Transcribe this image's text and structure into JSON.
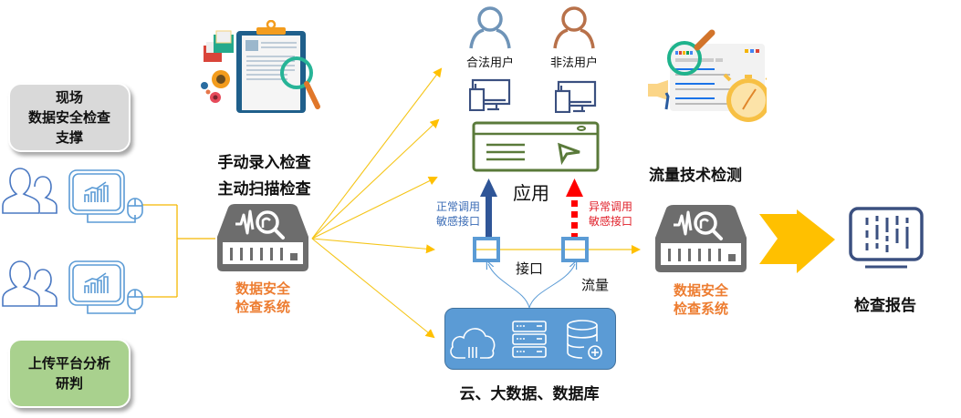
{
  "left_panel": {
    "top_box": {
      "lines": [
        "现场",
        "数据安全检查",
        "支撑"
      ],
      "color": "#d9d9d9"
    },
    "bottom_box": {
      "lines": [
        "上传平台分析",
        "研判"
      ],
      "color": "#a9d18e"
    },
    "users": [
      {
        "icon": "users-icon",
        "terminal": "monitor-chart-icon",
        "device": "mouse-icon"
      },
      {
        "icon": "users-icon",
        "terminal": "monitor-chart-icon",
        "device": "mouse-icon"
      }
    ]
  },
  "manual_check": {
    "line1": "手动录入检查",
    "line2": "主动扫描检查",
    "icon": "clipboard-magnifier-icon"
  },
  "system_left": {
    "line1": "数据安全",
    "line2": "检查系统",
    "icon": "security-appliance-icon"
  },
  "center": {
    "legal_user": "合法用户",
    "illegal_user": "非法用户",
    "app_label": "应用",
    "normal_call": {
      "line1": "正常调用",
      "line2": "敏感接口"
    },
    "abnormal_call": {
      "line1": "异常调用",
      "line2": "敏感接口"
    },
    "interface_label": "接口",
    "traffic_label": "流量",
    "data_sources_label": "云、大数据、数据库",
    "data_source_icons": [
      "cloud-icon",
      "server-icon",
      "database-add-icon"
    ]
  },
  "traffic_detect": {
    "label": "流量技术检测",
    "icon": "web-inspect-stopwatch-icon"
  },
  "system_right": {
    "line1": "数据安全",
    "line2": "检查系统",
    "icon": "security-appliance-icon"
  },
  "report": {
    "label": "检查报告",
    "icon": "report-monitor-icon"
  },
  "colors": {
    "arrow_yellow": "#ffc000",
    "line_yellow": "#f5c518",
    "device_blue": "#5b9bd5",
    "navy": "#3b5080",
    "app_green": "#5a7a3a",
    "normal_arrow": "#2f5597",
    "abnormal_arrow": "#ff0000",
    "system_gray": "#6d6d6d",
    "orange_text": "#ed7d31"
  }
}
